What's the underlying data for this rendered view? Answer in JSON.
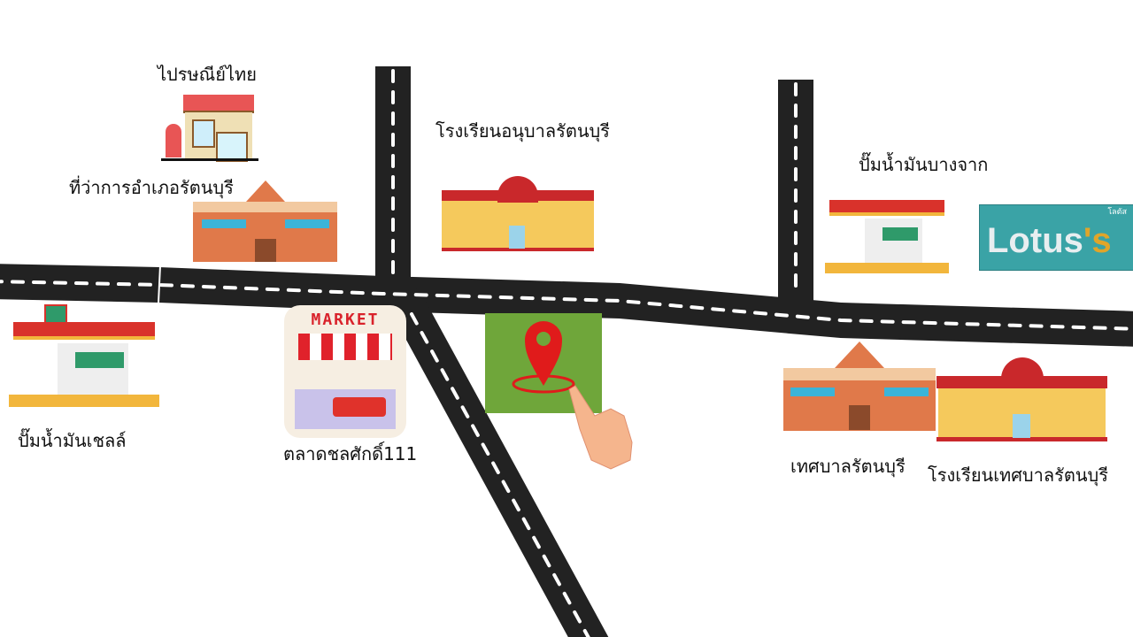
{
  "places": {
    "post_office": "ไปรษณีย์ไทย",
    "district_office": "ที่ว่าการอำเภอรัตนบุรี",
    "kindergarten": "โรงเรียนอนุบาลรัตนบุรี",
    "gas_bangchak": "ปั๊มน้ำมันบางจาก",
    "gas_shell": "ปั๊มน้ำมันเชลล์",
    "market": "ตลาดชลศักดิ์111",
    "municipality": "เทศบาลรัตนบุรี",
    "municipal_school": "โรงเรียนเทศบาลรัตนบุรี"
  },
  "lotus": {
    "brand": "Lotus",
    "suffix": "'s",
    "thai": "โลตัส"
  },
  "market_sign": "MARKET",
  "colors": {
    "road": "#222222",
    "roof": "#d9322b",
    "wall": "#f5c95c",
    "pin": "#e01b1b",
    "grass": "#6fa63a"
  }
}
